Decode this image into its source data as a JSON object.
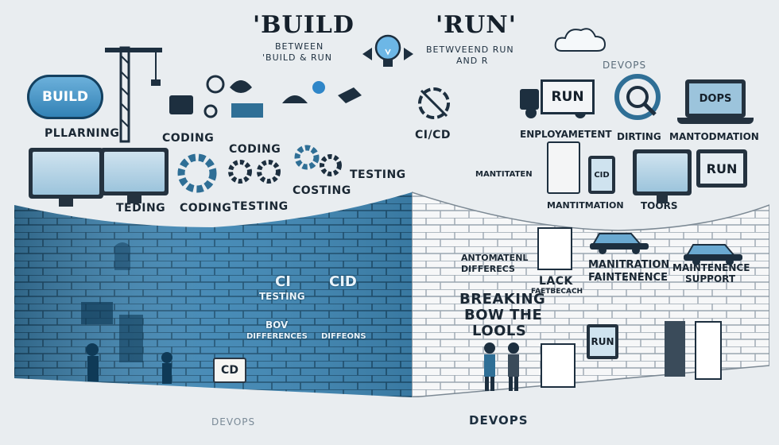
{
  "header": {
    "title_build": "'BUILD",
    "title_run": "'RUN'",
    "subtitle_left_1": "BETWEEN",
    "subtitle_left_2": "'BUILD & RUN",
    "subtitle_right_1": "BETWVEEND RUN",
    "subtitle_right_2": "AND R",
    "devops_top": "DEVOPS"
  },
  "top_left": {
    "build_cloud": "BUILD",
    "planning": "PLLARNING",
    "coding_1": "CODING",
    "coding_2": "CODING",
    "costing": "COSTING",
    "testing": "TESTING",
    "teding": "TEDING",
    "coding_3": "CODING",
    "testing_2": "TESTING"
  },
  "top_right": {
    "cicd": "CI/CD",
    "enployment": "ENPLOYAMETENT",
    "dirting": "DIRTING",
    "mantomation": "MANTODMATION",
    "run_truck": "RUN",
    "dops_laptop": "DOPS",
    "run_monitor": "RUN",
    "mantitaten": "MANTITATEN",
    "mantitmation": "MANTITMATION",
    "toors": "TOORS",
    "cid_tablet": "CID"
  },
  "wall_left": {
    "ci": "CI",
    "cid": "CID",
    "testing": "TESTING",
    "bov": "BOV",
    "differences": "DIFFERENCES",
    "diffeons": "DIFFEONS",
    "cd_sign": "CD"
  },
  "wall_right": {
    "antomatenl": "ANTOMATENL",
    "differecs": "DIFFERECS",
    "lack": "LACK",
    "faetbecach": "FAETBECACH",
    "breaking_1": "BREAKING",
    "breaking_2": "BOW THE",
    "breaking_3": "LOOLS",
    "manitration": "MANITRATION",
    "faintenence": "FAINTENENCE",
    "maintenence": "MAINTENENCE",
    "support": "SUPPORT",
    "run_sign": "RUN"
  },
  "footer": {
    "devops_left": "DEVOPS",
    "devops_right": "DEVOPS"
  },
  "colors": {
    "wall_blue": "#2f6f96",
    "wall_white": "#f4f5f6",
    "accent": "#2f86c8"
  }
}
